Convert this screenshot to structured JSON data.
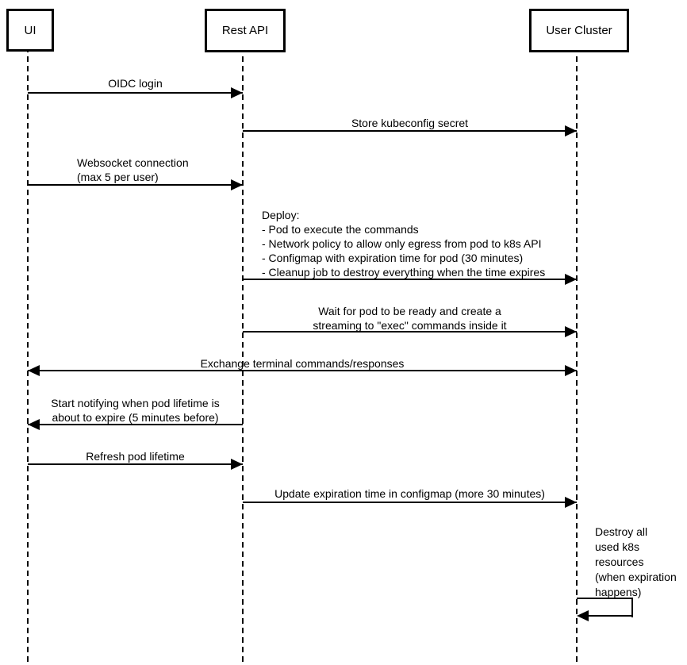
{
  "diagram": {
    "type": "sequence-diagram",
    "colors": {
      "line": "#000000",
      "text": "#000000",
      "background": "#ffffff"
    },
    "actors": [
      {
        "label": "UI"
      },
      {
        "label": "Rest API"
      },
      {
        "label": "User Cluster"
      }
    ],
    "messages": [
      {
        "from": "UI",
        "to": "Rest API",
        "direction": "right",
        "label": "OIDC login"
      },
      {
        "from": "Rest API",
        "to": "User Cluster",
        "direction": "right",
        "label": "Store kubeconfig secret"
      },
      {
        "from": "UI",
        "to": "Rest API",
        "direction": "right",
        "lines": [
          "Websocket connection",
          "(max 5 per user)"
        ]
      },
      {
        "from": "Rest API",
        "to": "User Cluster",
        "direction": "right",
        "lines": [
          "Deploy:",
          "- Pod to execute the commands",
          "- Network policy to allow only egress from pod to k8s API",
          "- Configmap with expiration time for pod (30 minutes)",
          "- Cleanup job to destroy everything when the time expires"
        ]
      },
      {
        "from": "Rest API",
        "to": "User Cluster",
        "direction": "right",
        "lines": [
          "Wait for pod to be ready and create a",
          "streaming to \"exec\" commands inside it"
        ]
      },
      {
        "from": "UI",
        "to": "User Cluster",
        "direction": "both",
        "label": "Exchange terminal commands/responses"
      },
      {
        "from": "Rest API",
        "to": "UI",
        "direction": "left",
        "lines": [
          "Start notifying when pod lifetime is",
          "about to expire (5 minutes before)"
        ]
      },
      {
        "from": "UI",
        "to": "Rest API",
        "direction": "right",
        "label": "Refresh pod lifetime"
      },
      {
        "from": "Rest API",
        "to": "User Cluster",
        "direction": "right",
        "label": "Update expiration time in configmap (more 30 minutes)"
      },
      {
        "from": "User Cluster",
        "to": "User Cluster",
        "direction": "self",
        "lines": [
          "Destroy all",
          "used k8s",
          "resources",
          "(when expiration",
          "happens)"
        ]
      }
    ]
  }
}
